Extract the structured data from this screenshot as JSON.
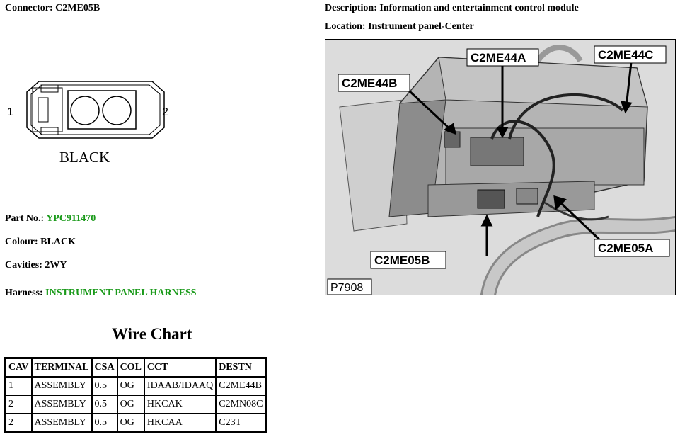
{
  "connector": {
    "label": "Connector:",
    "value": "C2ME05B"
  },
  "description": {
    "label": "Description:",
    "value": "Information and entertainment control module"
  },
  "location": {
    "label": "Location:",
    "value": "Instrument panel-Center"
  },
  "diagram": {
    "pin1": "1",
    "pin2": "2",
    "colour_text": "BLACK"
  },
  "photo": {
    "ref": "P7908",
    "callouts": [
      "C2ME44A",
      "C2ME44C",
      "C2ME44B",
      "C2ME05B",
      "C2ME05A"
    ]
  },
  "part": {
    "label": "Part No.:",
    "value": "YPC911470"
  },
  "colour": {
    "label": "Colour:",
    "value": "BLACK"
  },
  "cavities": {
    "label": "Cavities:",
    "value": "2WY"
  },
  "harness": {
    "label": "Harness:",
    "value": "INSTRUMENT PANEL HARNESS"
  },
  "wire_chart": {
    "title": "Wire Chart",
    "headers": [
      "CAV",
      "TERMINAL",
      "CSA",
      "COL",
      "CCT",
      "DESTN"
    ],
    "rows": [
      [
        "1",
        "ASSEMBLY",
        "0.5",
        "OG",
        "IDAAB/IDAAQ",
        "C2ME44B"
      ],
      [
        "2",
        "ASSEMBLY",
        "0.5",
        "OG",
        "HKCAK",
        "C2MN08C"
      ],
      [
        "2",
        "ASSEMBLY",
        "0.5",
        "OG",
        "HKCAA",
        "C23T"
      ]
    ]
  }
}
